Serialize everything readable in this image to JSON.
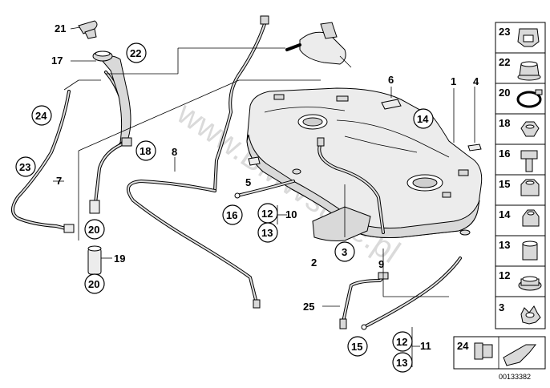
{
  "callouts": {
    "c21": "21",
    "c17": "17",
    "c22": "22",
    "c24": "24",
    "c23": "23",
    "c7": "7",
    "c18": "18",
    "c20a": "20",
    "c19": "19",
    "c20b": "20",
    "c8": "8",
    "c5": "5",
    "c16": "16",
    "c12a": "12",
    "c10": "10",
    "c13a": "13",
    "c6": "6",
    "c1": "1",
    "c4": "4",
    "c14": "14",
    "c2": "2",
    "c3": "3",
    "c9": "9",
    "c25": "25",
    "c15": "15",
    "c12b": "12",
    "c11": "11",
    "c13b": "13"
  },
  "legend": {
    "items": [
      {
        "num": "23",
        "icon": "clip-icon"
      },
      {
        "num": "22",
        "icon": "flange-nut-icon"
      },
      {
        "num": "20",
        "icon": "hose-clamp-icon"
      },
      {
        "num": "18",
        "icon": "hex-nut-icon"
      },
      {
        "num": "16",
        "icon": "bolt-icon"
      },
      {
        "num": "15",
        "icon": "collar-nut-icon"
      },
      {
        "num": "14",
        "icon": "self-locking-nut-icon"
      },
      {
        "num": "13",
        "icon": "spacer-sleeve-icon"
      },
      {
        "num": "12",
        "icon": "rubber-grommet-icon"
      },
      {
        "num": "3",
        "icon": "retaining-ring-icon"
      }
    ],
    "bottom_num": "24"
  },
  "watermark": "www.BMWstore.pl",
  "doc_id": "00133382"
}
